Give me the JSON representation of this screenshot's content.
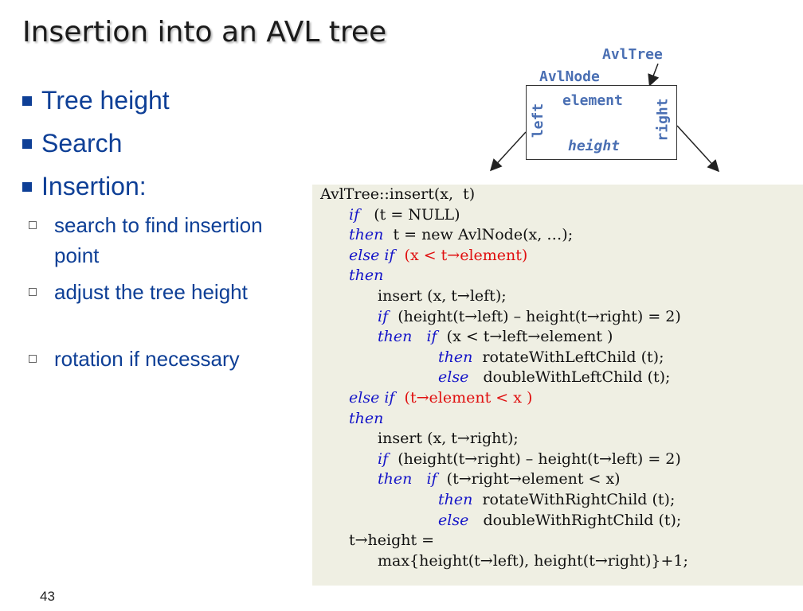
{
  "slide": {
    "title": "Insertion into an AVL tree",
    "page_number": "43"
  },
  "bullets": {
    "items": [
      "Tree height",
      "Search",
      "Insertion:"
    ],
    "sub_items": [
      "search to find insertion point",
      "adjust the tree height",
      "rotation if necessary"
    ]
  },
  "diagram": {
    "class_label": "AvlTree",
    "node_label": "AvlNode",
    "fields": {
      "element": "element",
      "height": "height",
      "left": "left",
      "right": "right"
    }
  },
  "code": {
    "lines": [
      {
        "indent": 0,
        "parts": [
          {
            "t": "AvlTree::insert(x,  t)",
            "c": "n"
          }
        ]
      },
      {
        "indent": 1,
        "parts": [
          {
            "t": "if",
            "c": "kw"
          },
          {
            "t": "   (t = NULL)",
            "c": "n"
          }
        ]
      },
      {
        "indent": 1,
        "parts": [
          {
            "t": "then",
            "c": "kw"
          },
          {
            "t": "  t = new AvlNode(x, …);",
            "c": "n"
          }
        ]
      },
      {
        "indent": 1,
        "parts": [
          {
            "t": "else if",
            "c": "kw"
          },
          {
            "t": "  (x < t→element)",
            "c": "red"
          }
        ]
      },
      {
        "indent": 1,
        "parts": [
          {
            "t": "then",
            "c": "kw"
          }
        ]
      },
      {
        "indent": 2,
        "parts": [
          {
            "t": "insert (x, t→left);",
            "c": "n"
          }
        ]
      },
      {
        "indent": 2,
        "parts": [
          {
            "t": "if",
            "c": "kw"
          },
          {
            "t": "  (height(t→left) – height(t→right) = 2)",
            "c": "n"
          }
        ]
      },
      {
        "indent": 2,
        "parts": [
          {
            "t": "then",
            "c": "kw"
          },
          {
            "t": "   ",
            "c": "n"
          },
          {
            "t": "if",
            "c": "kw"
          },
          {
            "t": "  (x < t→left→element )",
            "c": "n"
          }
        ]
      },
      {
        "indent": 4,
        "parts": [
          {
            "t": "then",
            "c": "kw"
          },
          {
            "t": "  rotateWithLeftChild (t);",
            "c": "n"
          }
        ]
      },
      {
        "indent": 4,
        "parts": [
          {
            "t": "else",
            "c": "kw"
          },
          {
            "t": "   doubleWithLeftChild (t);",
            "c": "n"
          }
        ]
      },
      {
        "indent": 1,
        "parts": [
          {
            "t": "else if",
            "c": "kw"
          },
          {
            "t": "  (t→element < x )",
            "c": "red"
          }
        ]
      },
      {
        "indent": 1,
        "parts": [
          {
            "t": "then",
            "c": "kw"
          }
        ]
      },
      {
        "indent": 2,
        "parts": [
          {
            "t": "insert (x, t→right);",
            "c": "n"
          }
        ]
      },
      {
        "indent": 2,
        "parts": [
          {
            "t": "if",
            "c": "kw"
          },
          {
            "t": "  (height(t→right) – height(t→left) = 2)",
            "c": "n"
          }
        ]
      },
      {
        "indent": 2,
        "parts": [
          {
            "t": "then",
            "c": "kw"
          },
          {
            "t": "   ",
            "c": "n"
          },
          {
            "t": "if",
            "c": "kw"
          },
          {
            "t": "  (t→right→element < x)",
            "c": "n"
          }
        ]
      },
      {
        "indent": 4,
        "parts": [
          {
            "t": "then",
            "c": "kw"
          },
          {
            "t": "  rotateWithRightChild (t);",
            "c": "n"
          }
        ]
      },
      {
        "indent": 4,
        "parts": [
          {
            "t": "else",
            "c": "kw"
          },
          {
            "t": "   doubleWithRightChild (t);",
            "c": "n"
          }
        ]
      },
      {
        "indent": 1,
        "parts": [
          {
            "t": "t→height =",
            "c": "n"
          }
        ]
      },
      {
        "indent": 2,
        "parts": [
          {
            "t": "max{height(t→left), height(t→right)}+1;",
            "c": "n"
          }
        ]
      }
    ]
  },
  "colors": {
    "bullet_text": "#0e3f96",
    "keyword": "#1515c8",
    "highlight": "#e01010",
    "code_background": "#efefe3",
    "diagram_label": "#4a6fb3"
  }
}
